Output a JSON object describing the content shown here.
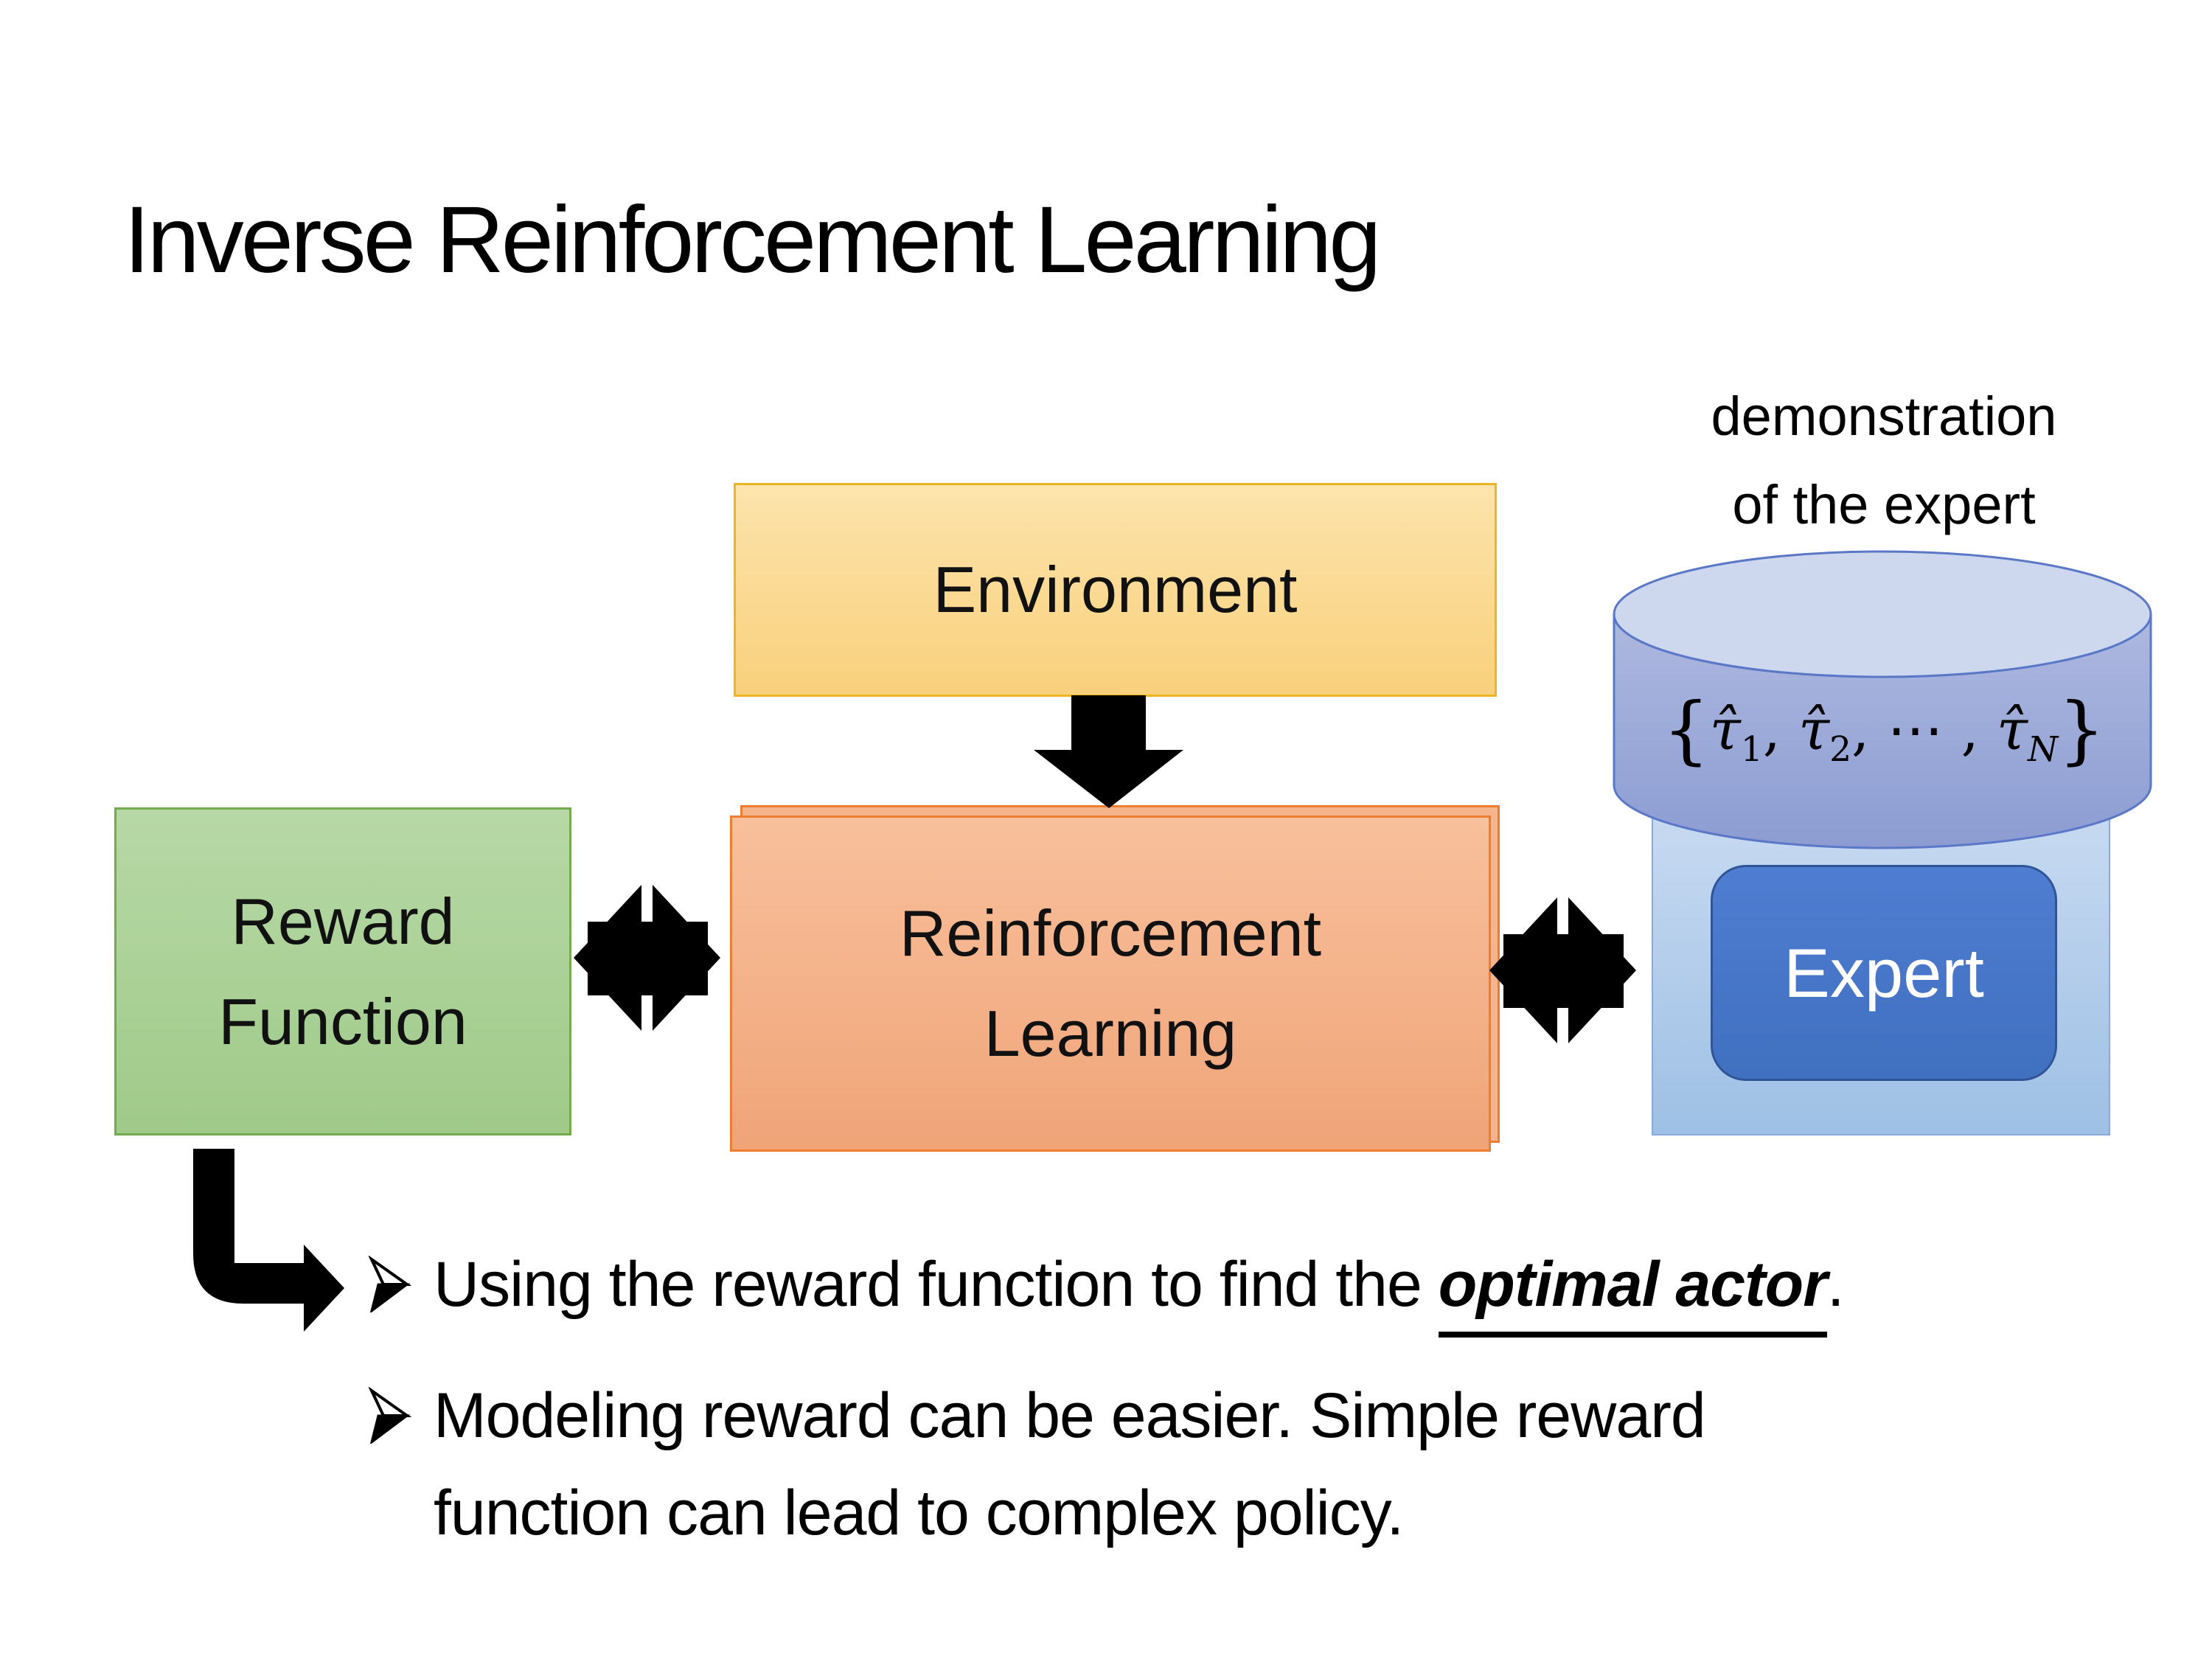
{
  "slide": {
    "title": "Inverse Reinforcement Learning"
  },
  "demonstration": {
    "line1": "demonstration",
    "line2": "of the expert"
  },
  "boxes": {
    "environment": {
      "label": "Environment"
    },
    "reward": {
      "line1": "Reward",
      "line2": "Function"
    },
    "reinforcement_learning": {
      "line1": "Reinforcement",
      "line2": "Learning"
    },
    "expert": {
      "label": "Expert"
    }
  },
  "cylinder": {
    "formula": {
      "open": "{",
      "tau1": "τ̂",
      "sub1": "1",
      "sep1": ", ",
      "tau2": "τ̂",
      "sub2": "2",
      "sep2": ", ⋯ , ",
      "tau3": "τ̂",
      "subN": "N",
      "close": "}"
    }
  },
  "bullets": [
    {
      "text_before": "Using the reward function to find the ",
      "emphasis": "optimal actor",
      "text_after": "."
    },
    {
      "line1": "Modeling reward can be easier. Simple reward",
      "line2": "function can lead to complex policy."
    }
  ],
  "icons": {
    "down_arrow": "block-arrow-down",
    "left_right_arrow_reward_rl": "double-block-arrow-horizontal",
    "left_right_arrow_rl_expert": "double-block-arrow-horizontal",
    "elbow_arrow": "bent-arrow-down-right",
    "bullet_marker": "arrowhead-right"
  },
  "colors": {
    "background": "#FFFFFF",
    "text": "#000000",
    "environment_fill_top": "#FCE4AC",
    "environment_fill_bottom": "#F9D07C",
    "environment_border": "#EDB524",
    "reward_fill_top": "#B7D8A6",
    "reward_fill_bottom": "#A0CA89",
    "reward_border": "#73AB4F",
    "rl_fill_top": "#F8C09C",
    "rl_fill_bottom": "#F0A478",
    "rl_border": "#ED7D31",
    "expert_container_fill_top": "#C8DAF1",
    "expert_container_fill_bottom": "#9EC0E5",
    "expert_container_border": "#89A9D8",
    "expert_fill": "#4472C4",
    "expert_border": "#2F5597",
    "expert_text": "#FFFFFF",
    "cylinder_body_top": "#AEB9E0",
    "cylinder_body_bottom": "#8C9CD2",
    "cylinder_top_face": "#CDD7EE",
    "cylinder_border": "#5B78C7",
    "arrow_fill": "#000000"
  }
}
